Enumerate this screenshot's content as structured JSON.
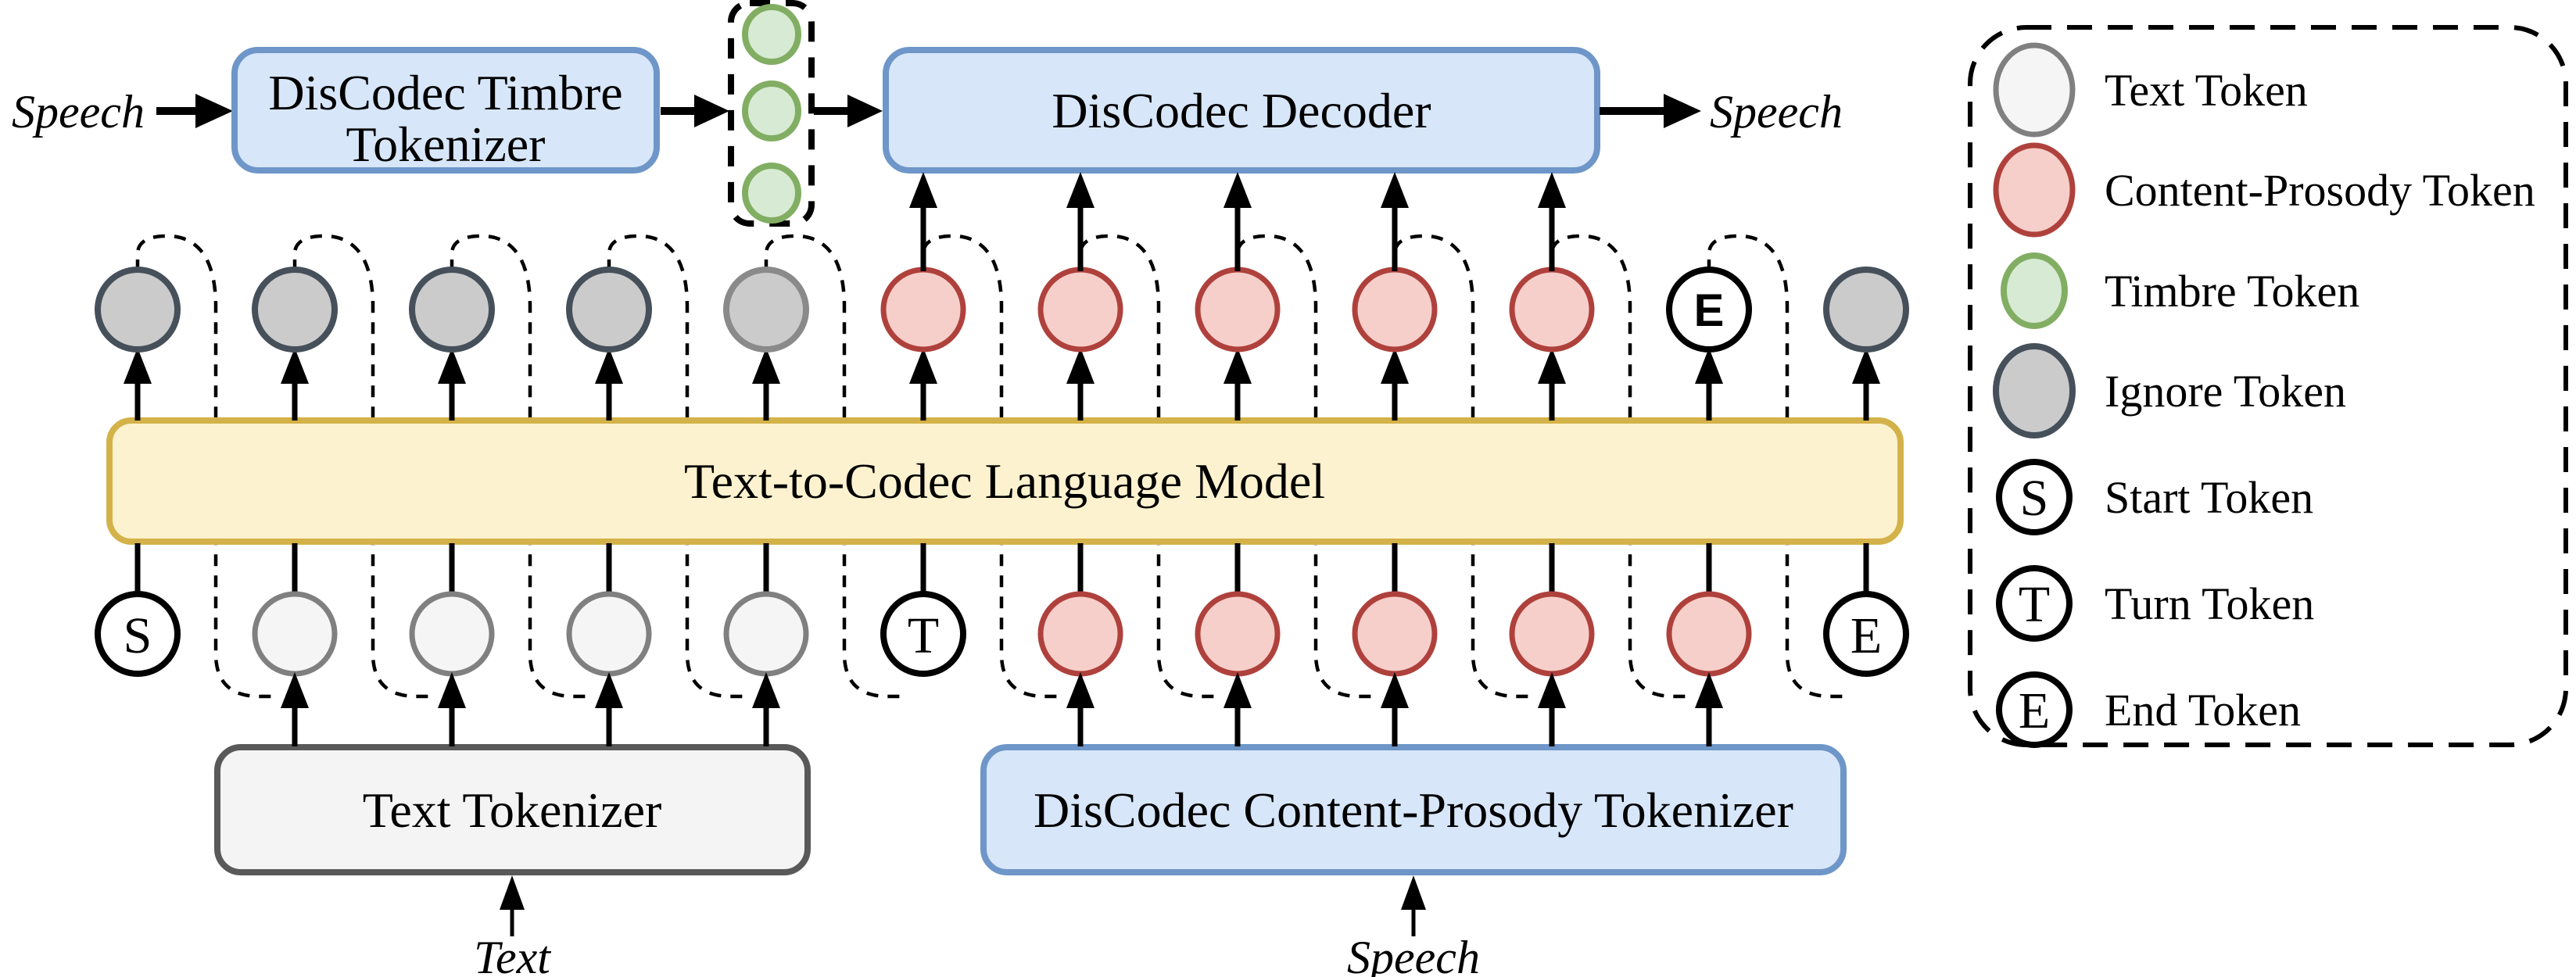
{
  "figure": {
    "title": "DisCodec text-to-codec language model architecture",
    "io_labels": {
      "speech_input_left": "Speech",
      "speech_output_right": "Speech",
      "text_input_bottom": "Text",
      "speech_input_bottom": "Speech"
    },
    "boxes": {
      "timbre_tokenizer_line1": "DisCodec Timbre",
      "timbre_tokenizer_line2": "Tokenizer",
      "decoder": "DisCodec Decoder",
      "language_model": "Text-to-Codec Language Model",
      "text_tokenizer": "Text Tokenizer",
      "content_prosody_tokenizer": "DisCodec Content-Prosody Tokenizer"
    },
    "timbre_token_count": 3,
    "top_tokens": [
      "ignore",
      "ignore",
      "ignore",
      "ignore",
      "ignore-light",
      "content",
      "content",
      "content",
      "content",
      "content",
      "E",
      "ignore"
    ],
    "bottom_tokens": [
      "S",
      "text",
      "text",
      "text",
      "text",
      "T",
      "content",
      "content",
      "content",
      "content",
      "content",
      "E"
    ]
  },
  "legend": {
    "items": [
      {
        "swatch": "text",
        "label": "Text Token"
      },
      {
        "swatch": "content",
        "label": "Content-Prosody Token"
      },
      {
        "swatch": "timbre",
        "label": "Timbre Token"
      },
      {
        "swatch": "ignore",
        "label": "Ignore Token"
      },
      {
        "swatch": "S",
        "label": "Start Token"
      },
      {
        "swatch": "T",
        "label": "Turn Token"
      },
      {
        "swatch": "E",
        "label": "End Token"
      }
    ]
  },
  "colors": {
    "blue_fill": "#d7e6f9",
    "blue_stroke": "#6e96c8",
    "yellow_fill": "#fdf2cf",
    "yellow_stroke": "#d4b24a",
    "graybox_fill": "#f4f4f4",
    "graybox_stroke": "#595959",
    "text_token_fill": "#f5f5f5",
    "text_token_stroke": "#808080",
    "content_token_fill": "#f7cfca",
    "content_token_stroke": "#af413c",
    "timbre_token_fill": "#d7ead3",
    "timbre_token_stroke": "#82ae63",
    "ignore_token_fill": "#cbcbcb",
    "ignore_token_stroke": "#46505a",
    "ignore_token_stroke_light": "#8a8a8a",
    "letter_token_fill": "#ffffff",
    "letter_token_stroke": "#000000"
  }
}
